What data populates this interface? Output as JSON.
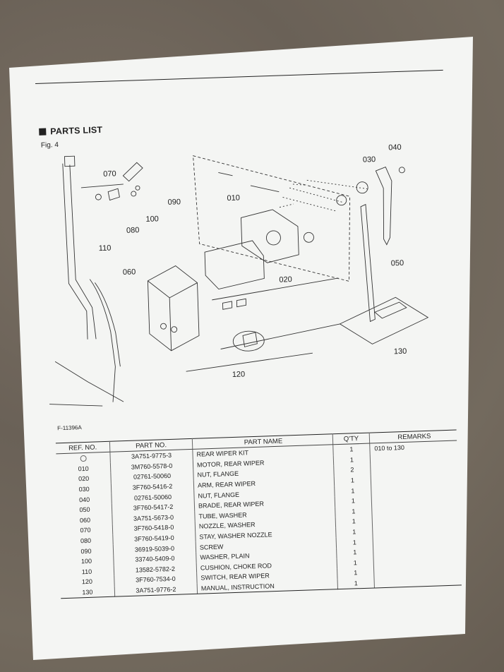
{
  "title": "PARTS LIST",
  "figure_label": "Fig. 4",
  "figure_code": "F-11396A",
  "callouts": [
    "070",
    "090",
    "100",
    "080",
    "110",
    "010",
    "030",
    "040",
    "060",
    "020",
    "050",
    "130",
    "120"
  ],
  "table": {
    "headers": [
      "REF. NO.",
      "PART NO.",
      "PART NAME",
      "Q'TY",
      "REMARKS"
    ],
    "rows": [
      {
        "ref": "",
        "part_no": "3A751-9775-3",
        "name": "REAR WIPER KIT",
        "qty": "1",
        "remarks": "010 to 130"
      },
      {
        "ref": "010",
        "part_no": "3M760-5578-0",
        "name": "MOTOR, REAR WIPER",
        "qty": "1",
        "remarks": ""
      },
      {
        "ref": "020",
        "part_no": "02761-50060",
        "name": "NUT, FLANGE",
        "qty": "2",
        "remarks": ""
      },
      {
        "ref": "030",
        "part_no": "3F760-5416-2",
        "name": "ARM, REAR WIPER",
        "qty": "1",
        "remarks": ""
      },
      {
        "ref": "040",
        "part_no": "02761-50060",
        "name": "NUT, FLANGE",
        "qty": "1",
        "remarks": ""
      },
      {
        "ref": "050",
        "part_no": "3F760-5417-2",
        "name": "BRADE, REAR WIPER",
        "qty": "1",
        "remarks": ""
      },
      {
        "ref": "060",
        "part_no": "3A751-5673-0",
        "name": "TUBE, WASHER",
        "qty": "1",
        "remarks": ""
      },
      {
        "ref": "070",
        "part_no": "3F760-5418-0",
        "name": "NOZZLE, WASHER",
        "qty": "1",
        "remarks": ""
      },
      {
        "ref": "080",
        "part_no": "3F760-5419-0",
        "name": "STAY, WASHER NOZZLE",
        "qty": "1",
        "remarks": ""
      },
      {
        "ref": "090",
        "part_no": "36919-5039-0",
        "name": "SCREW",
        "qty": "1",
        "remarks": ""
      },
      {
        "ref": "100",
        "part_no": "33740-5409-0",
        "name": "WASHER, PLAIN",
        "qty": "1",
        "remarks": ""
      },
      {
        "ref": "110",
        "part_no": "13582-5782-2",
        "name": "CUSHION, CHOKE ROD",
        "qty": "1",
        "remarks": ""
      },
      {
        "ref": "120",
        "part_no": "3F760-7534-0",
        "name": "SWITCH, REAR WIPER",
        "qty": "1",
        "remarks": ""
      },
      {
        "ref": "130",
        "part_no": "3A751-9776-2",
        "name": "MANUAL, INSTRUCTION",
        "qty": "1",
        "remarks": ""
      }
    ]
  },
  "icons": {
    "kit_marker": "circle-marker-icon",
    "title_marker": "filled-square-icon"
  }
}
